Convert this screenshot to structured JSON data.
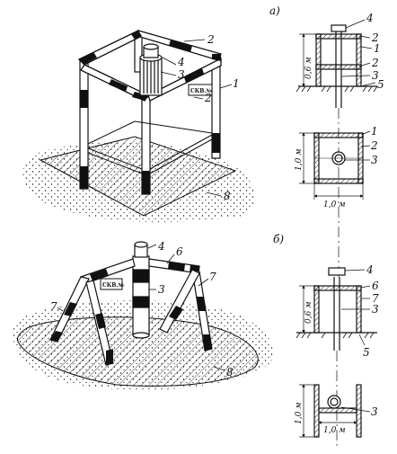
{
  "panels": {
    "a": {
      "marker": "а)",
      "side_height": "0,6 м",
      "plan_width": "1,0 м",
      "plan_height": "1,0 м",
      "callouts_side": [
        "4",
        "2",
        "1",
        "2",
        "3",
        "5"
      ],
      "callouts_plan": [
        "1",
        "2",
        "3"
      ],
      "pictorial_callouts": [
        "2",
        "4",
        "3",
        "2",
        "1",
        "8"
      ],
      "sign_text": "СКВ.№"
    },
    "b": {
      "marker": "б)",
      "side_height": "0,6 м",
      "plan_width": "1,0 м",
      "plan_height": "1,0 м",
      "callouts_side": [
        "4",
        "6",
        "7",
        "3",
        "5"
      ],
      "callouts_plan": [
        "3"
      ],
      "pictorial_callouts": [
        "4",
        "6",
        "3",
        "7",
        "7",
        "8"
      ],
      "sign_text": "СКВ.№"
    }
  },
  "colors": {
    "ink": "#111111",
    "paper": "#ffffff"
  }
}
